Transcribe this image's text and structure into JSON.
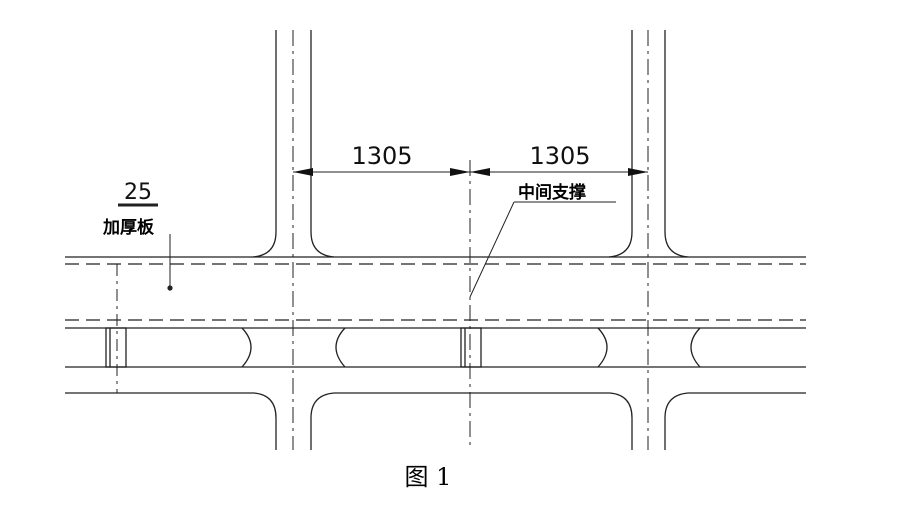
{
  "diagram": {
    "dimensions": [
      {
        "id": "dim-left",
        "value": "1305"
      },
      {
        "id": "dim-right",
        "value": "1305"
      }
    ],
    "thickness_value": "25",
    "labels": {
      "thickened_plate": "加厚板",
      "middle_support": "中间支撑"
    },
    "caption": "图 1",
    "colors": {
      "line": "#222222",
      "background": "#ffffff"
    }
  }
}
